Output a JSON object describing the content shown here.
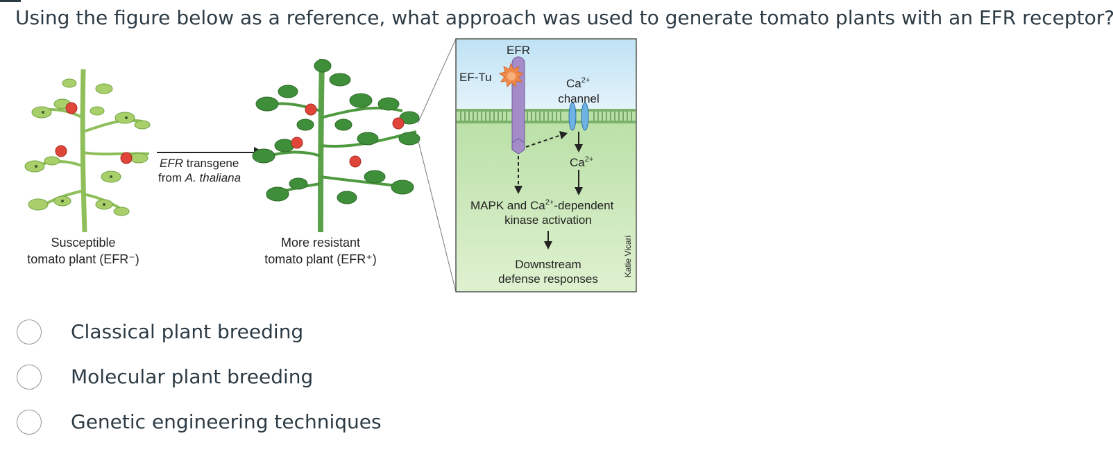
{
  "question": {
    "text": "Using the figure below as a reference, what approach was used to generate tomato plants with an EFR receptor?"
  },
  "figure": {
    "left_plant_label_1": "Susceptible",
    "left_plant_label_2": "tomato plant (EFR⁻)",
    "arrow_label_1_italic": "EFR",
    "arrow_label_1_rest": " transgene",
    "arrow_label_2_prefix": "from ",
    "arrow_label_2_italic": "A. thaliana",
    "right_plant_label_1": "More resistant",
    "right_plant_label_2": "tomato plant (EFR⁺)",
    "inset": {
      "efr_label": "EFR",
      "eftu_label": "EF-Tu",
      "ca_channel_label_base": "Ca",
      "ca_channel_label_sup": "2+",
      "ca_channel_label_2": "channel",
      "ca_ion_label_base": "Ca",
      "ca_ion_label_sup": "2+",
      "mapk_label_1_a": "MAPK and Ca",
      "mapk_label_1_sup": "2+",
      "mapk_label_1_b": "-dependent",
      "mapk_label_2": "kinase activation",
      "downstream_label_1": "Downstream",
      "downstream_label_2": "defense responses",
      "credit": "Katie Vicari"
    },
    "colors": {
      "membrane_blue": "#cfe8f6",
      "cytoplasm_green": "#b9dfa8",
      "receptor_purple": "#a48cc9",
      "eftu_orange": "#f08a4b",
      "leaf_dark": "#3f8f3a",
      "leaf_light": "#a9cf6a",
      "tomato_red": "#e0453a"
    }
  },
  "options": [
    {
      "label": "Classical plant breeding",
      "selected": false
    },
    {
      "label": "Molecular plant breeding",
      "selected": false
    },
    {
      "label": "Genetic engineering techniques",
      "selected": false
    }
  ]
}
